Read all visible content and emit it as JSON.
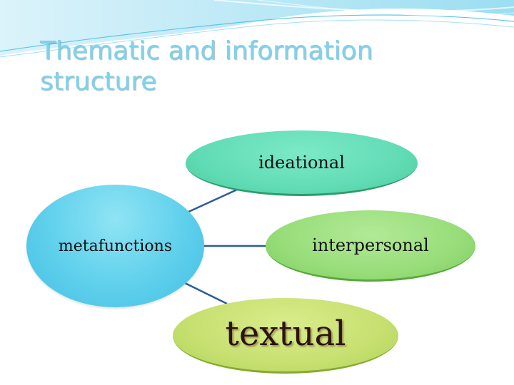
{
  "slide": {
    "title": "Thematic and information structure"
  },
  "diagram": {
    "center": {
      "label": "metafunctions"
    },
    "branches": [
      {
        "label": "ideational"
      },
      {
        "label": "interpersonal"
      },
      {
        "label": "textual"
      }
    ]
  },
  "colors": {
    "title": "#7fd2ea",
    "center_fill": "#5fd0ec",
    "ideational_fill": "#62dcb6",
    "interpersonal_fill": "#98dd7a",
    "textual_fill": "#c7e070",
    "connector": "#2b5b9c"
  }
}
